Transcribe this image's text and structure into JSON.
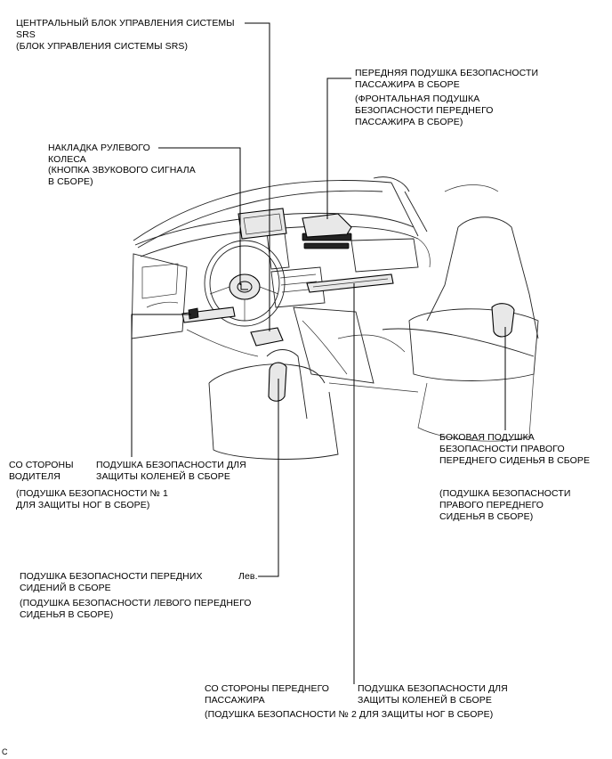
{
  "labels": {
    "srs_unit": [
      "ЦЕНТРАЛЬНЫЙ БЛОК УПРАВЛЕНИЯ СИСТЕМЫ",
      "SRS",
      "(БЛОК УПРАВЛЕНИЯ СИСТЕМЫ SRS)"
    ],
    "passenger_airbag": [
      "ПЕРЕДНЯЯ ПОДУШКА БЕЗОПАСНОСТИ",
      "ПАССАЖИРА В СБОРЕ"
    ],
    "passenger_airbag_alt": [
      "(ФРОНТАЛЬНАЯ ПОДУШКА",
      "БЕЗОПАСНОСТИ ПЕРЕДНЕГО",
      "ПАССАЖИРА В СБОРЕ)"
    ],
    "steering_pad": [
      "НАКЛАДКА РУЛЕВОГО",
      "КОЛЕСА"
    ],
    "steering_pad_alt": [
      "(КНОПКА ЗВУКОВОГО СИГНАЛА",
      "В СБОРЕ)"
    ],
    "side_airbag_rh": [
      "БОКОВАЯ ПОДУШКА",
      "БЕЗОПАСНОСТИ ПРАВОГО",
      "ПЕРЕДНЕГО СИДЕНЬЯ В СБОРЕ"
    ],
    "side_airbag_rh_alt": [
      "(ПОДУШКА БЕЗОПАСНОСТИ",
      "ПРАВОГО ПЕРЕДНЕГО",
      "СИДЕНЬЯ В СБОРЕ)"
    ],
    "driver_side": [
      "СО СТОРОНЫ",
      "ВОДИТЕЛЯ"
    ],
    "knee_airbag_driver": [
      "ПОДУШКА БЕЗОПАСНОСТИ ДЛЯ",
      "ЗАЩИТЫ КОЛЕНЕЙ В СБОРЕ"
    ],
    "knee_airbag_driver_alt": [
      "(ПОДУШКА БЕЗОПАСНОСТИ № 1",
      "ДЛЯ ЗАЩИТЫ НОГ В СБОРЕ)"
    ],
    "front_seat_airbag": [
      "ПОДУШКА БЕЗОПАСНОСТИ ПЕРЕДНИХ",
      "СИДЕНИЙ В СБОРЕ"
    ],
    "front_seat_airbag_alt": [
      "(ПОДУШКА БЕЗОПАСНОСТИ ЛЕВОГО ПЕРЕДНЕГО",
      "СИДЕНЬЯ В СБОРЕ)"
    ],
    "left": "Лев.",
    "passenger_side": [
      "СО СТОРОНЫ ПЕРЕДНЕГО",
      "ПАССАЖИРА"
    ],
    "knee_airbag_passenger": [
      "ПОДУШКА БЕЗОПАСНОСТИ ДЛЯ",
      "ЗАЩИТЫ КОЛЕНЕЙ В СБОРЕ"
    ],
    "knee_airbag_passenger_alt": "(ПОДУШКА БЕЗОПАСНОСТИ № 2 ДЛЯ ЗАЩИТЫ НОГ В СБОРЕ)",
    "corner": "C"
  },
  "icons": {
    "steering_logo": "lexus-emblem-icon"
  }
}
